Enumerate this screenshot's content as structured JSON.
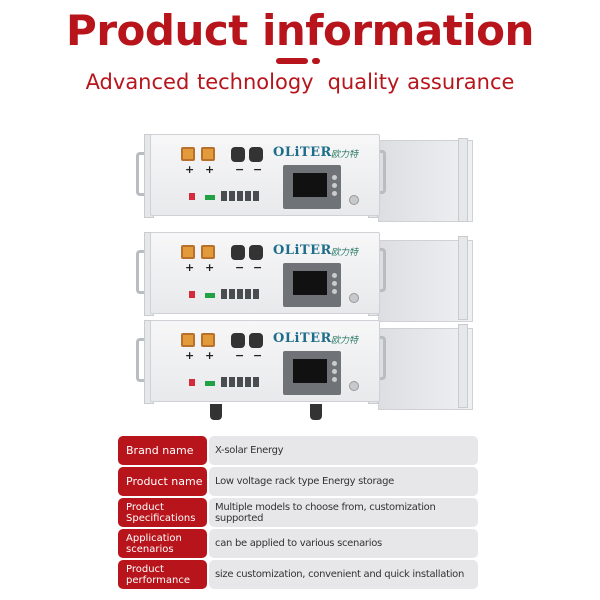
{
  "header": {
    "title": "Product information",
    "subtitle_left": "Advanced technology",
    "subtitle_right": "quality assurance",
    "accent_color": "#b8141b"
  },
  "product_image": {
    "alt": "Three stacked rack-mounted low voltage battery modules",
    "units": [
      {
        "brand_logo": "OLiTER",
        "brand_cn": "欧力特",
        "positive_terminals": [
          "+",
          "+"
        ],
        "negative_terminals": [
          "−",
          "−"
        ]
      },
      {
        "brand_logo": "OLiTER",
        "brand_cn": "欧力特",
        "positive_terminals": [
          "+",
          "+"
        ],
        "negative_terminals": [
          "−",
          "−"
        ]
      },
      {
        "brand_logo": "OLiTER",
        "brand_cn": "欧力特",
        "positive_terminals": [
          "+",
          "+"
        ],
        "negative_terminals": [
          "−",
          "−"
        ]
      }
    ]
  },
  "info_table": {
    "label_color": "#b8141b",
    "value_bg": "#e7e7e9",
    "rows": [
      {
        "label_line1": "Brand name",
        "label_line2": "",
        "value": "X-solar Energy"
      },
      {
        "label_line1": "Product name",
        "label_line2": "",
        "value": "Low voltage rack type Energy storage"
      },
      {
        "label_line1": "Product",
        "label_line2": "Specifications",
        "value": "Multiple models to choose from, customization supported"
      },
      {
        "label_line1": "Application",
        "label_line2": "scenarios",
        "value": "can be applied to various scenarios"
      },
      {
        "label_line1": "Product",
        "label_line2": "performance",
        "value": "size customization, convenient and quick installation"
      }
    ]
  }
}
